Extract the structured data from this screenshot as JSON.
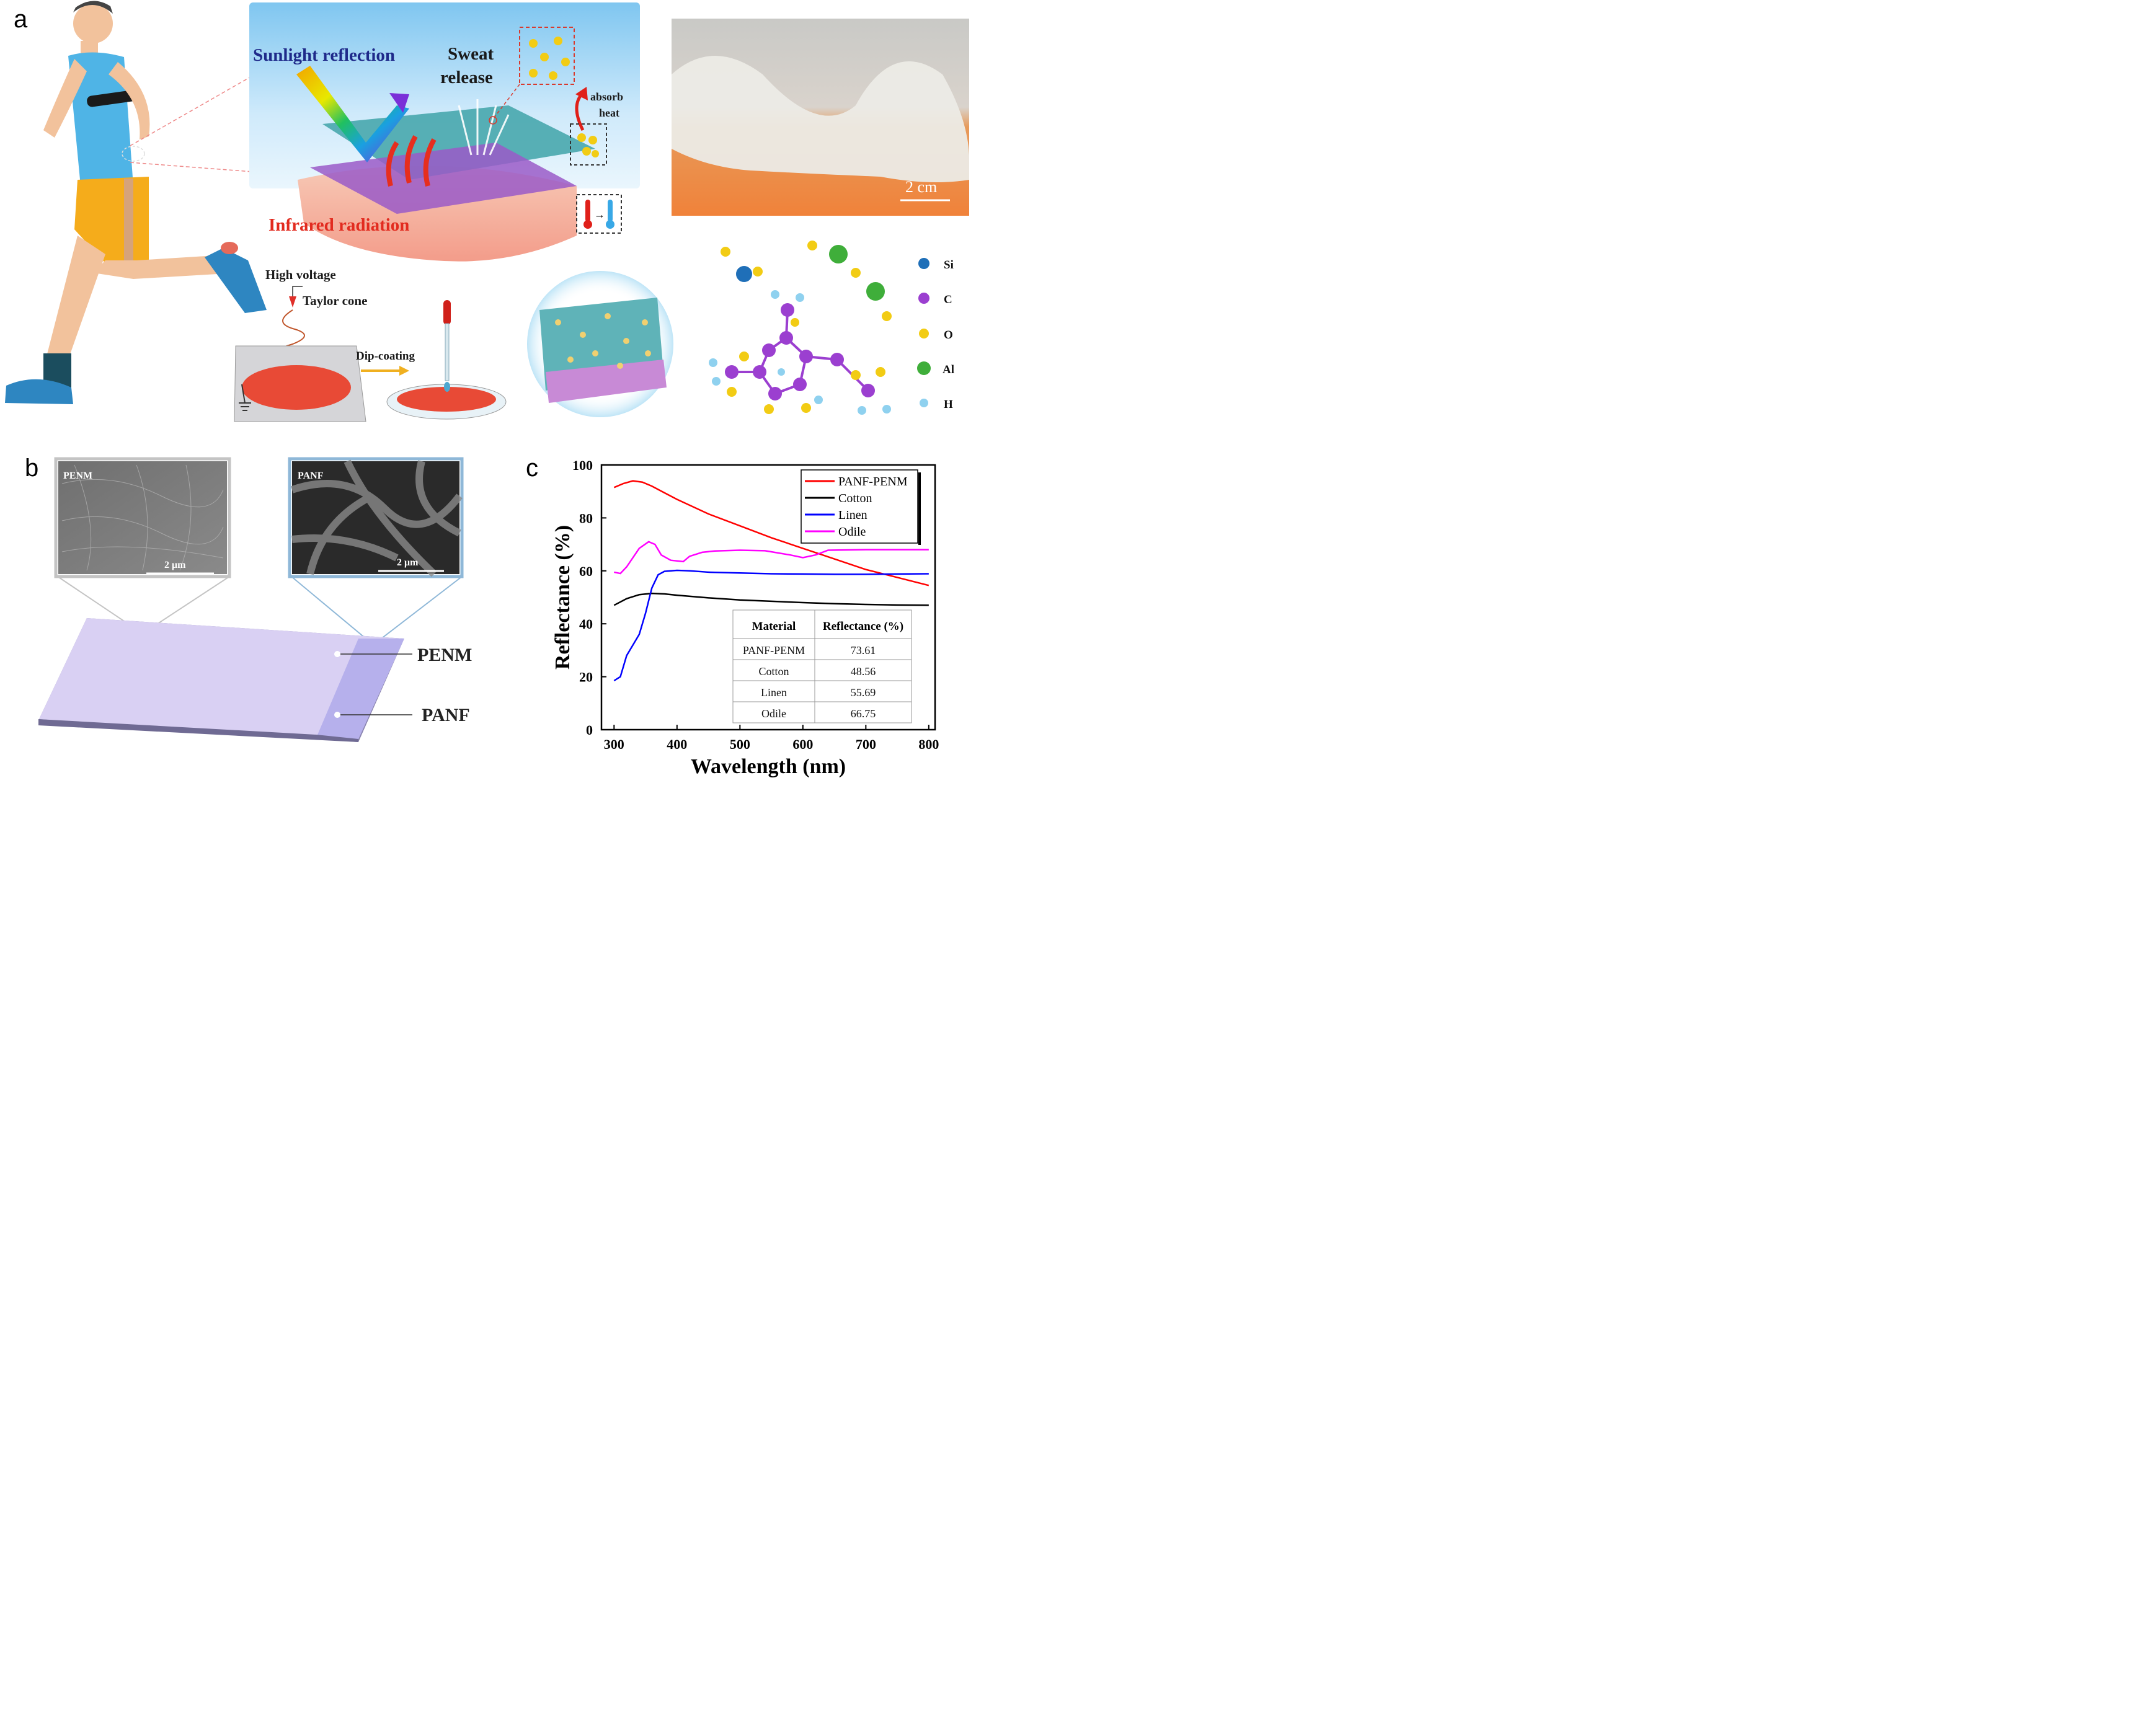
{
  "panels": {
    "a": {
      "letter": "a",
      "sunlight": "Sunlight reflection",
      "sweat_line1": "Sweat",
      "sweat_line2": "release",
      "absorb_line1": "absorb",
      "absorb_line2": "heat",
      "infrared": "Infrared radiation",
      "high_voltage": "High voltage",
      "taylor_cone": "Taylor cone",
      "dip_coating": "Dip-coating",
      "scale_bar": "2 cm",
      "legend": [
        {
          "label": "Si",
          "color": "#1f6fb8"
        },
        {
          "label": "C",
          "color": "#9b3fd0"
        },
        {
          "label": "O",
          "color": "#f2cc14"
        },
        {
          "label": "Al",
          "color": "#3fae3a"
        },
        {
          "label": "H",
          "color": "#8fd1ef"
        }
      ]
    },
    "b": {
      "letter": "b",
      "sem_left_label": "PENM",
      "sem_left_scale": "2 μm",
      "sem_right_label": "PANF",
      "sem_right_scale": "2 μm",
      "layer_top": "PENM",
      "layer_bottom": "PANF"
    },
    "c": {
      "letter": "c"
    }
  },
  "chart_data": {
    "type": "line",
    "xlabel": "Wavelength (nm)",
    "ylabel": "Reflectance (%)",
    "xlim": [
      280,
      810
    ],
    "ylim": [
      0,
      100
    ],
    "xticks": [
      300,
      400,
      500,
      600,
      700,
      800
    ],
    "yticks": [
      0,
      20,
      40,
      60,
      80,
      100
    ],
    "legend_position": "top-right",
    "series": [
      {
        "name": "PANF-PENM",
        "color": "#ff0000",
        "x": [
          300,
          315,
          330,
          345,
          360,
          380,
          400,
          450,
          500,
          550,
          600,
          650,
          700,
          750,
          800
        ],
        "y": [
          91.5,
          93.0,
          94.0,
          93.5,
          92.0,
          89.5,
          87.0,
          81.5,
          77.0,
          72.5,
          68.5,
          64.5,
          60.5,
          57.5,
          54.5
        ]
      },
      {
        "name": "Cotton",
        "color": "#000000",
        "x": [
          300,
          320,
          340,
          360,
          380,
          400,
          450,
          500,
          550,
          600,
          650,
          700,
          750,
          800
        ],
        "y": [
          47.0,
          49.5,
          51.0,
          51.5,
          51.3,
          50.8,
          49.8,
          49.0,
          48.5,
          48.0,
          47.6,
          47.3,
          47.1,
          47.0
        ]
      },
      {
        "name": "Linen",
        "color": "#0000ff",
        "x": [
          300,
          310,
          320,
          330,
          340,
          350,
          360,
          370,
          380,
          400,
          420,
          450,
          500,
          550,
          600,
          650,
          700,
          750,
          800
        ],
        "y": [
          18.5,
          20.0,
          28.0,
          32.0,
          36.0,
          44.0,
          53.5,
          58.5,
          59.8,
          60.2,
          60.0,
          59.5,
          59.2,
          58.9,
          58.8,
          58.7,
          58.7,
          58.8,
          58.9
        ]
      },
      {
        "name": "Odile",
        "color": "#ff00ff",
        "x": [
          300,
          310,
          320,
          340,
          355,
          365,
          375,
          390,
          410,
          420,
          440,
          460,
          500,
          540,
          580,
          600,
          620,
          640,
          700,
          800
        ],
        "y": [
          59.5,
          59.0,
          61.5,
          68.5,
          71.0,
          70.0,
          66.0,
          64.0,
          63.5,
          65.5,
          67.0,
          67.5,
          67.8,
          67.6,
          66.0,
          65.0,
          66.0,
          67.8,
          68.0,
          68.0
        ]
      }
    ],
    "inset_table": {
      "headers": [
        "Material",
        "Reflectance (%)"
      ],
      "rows": [
        [
          "PANF-PENM",
          "73.61"
        ],
        [
          "Cotton",
          "48.56"
        ],
        [
          "Linen",
          "55.69"
        ],
        [
          "Odile",
          "66.75"
        ]
      ]
    }
  }
}
